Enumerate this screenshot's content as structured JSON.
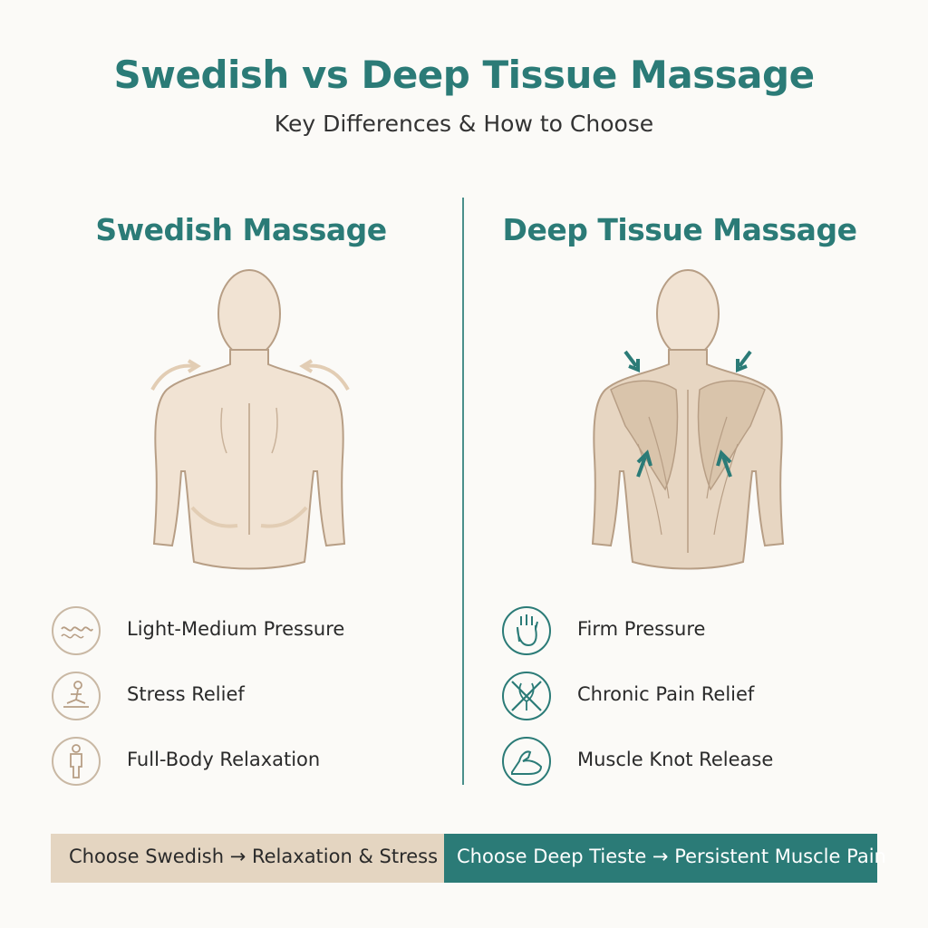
{
  "header": {
    "title": "Swedish vs Deep Tissue Massage",
    "subtitle": "Key Differences & How to Choose"
  },
  "columns": [
    {
      "title": "Swedish Massage",
      "features": [
        {
          "icon": "wave-icon",
          "label": "Light-Medium Pressure"
        },
        {
          "icon": "meditation-icon",
          "label": "Stress Relief"
        },
        {
          "icon": "person-icon",
          "label": "Full-Body Relaxation"
        }
      ]
    },
    {
      "title": "Deep Tissue Massage",
      "features": [
        {
          "icon": "hand-icon",
          "label": "Firm Pressure"
        },
        {
          "icon": "crossed-pain-icon",
          "label": "Chronic Pain Relief"
        },
        {
          "icon": "flexed-arm-icon",
          "label": "Muscle Knot Release"
        }
      ]
    }
  ],
  "banner": {
    "left": "Choose Swedish → Relaxation & Stress",
    "right": "Choose Deep Tieste → Persistent Muscle Pain"
  },
  "colors": {
    "accent": "#2b7b77",
    "skin": "#f1e3d3",
    "beige": "#e4d5c1"
  }
}
